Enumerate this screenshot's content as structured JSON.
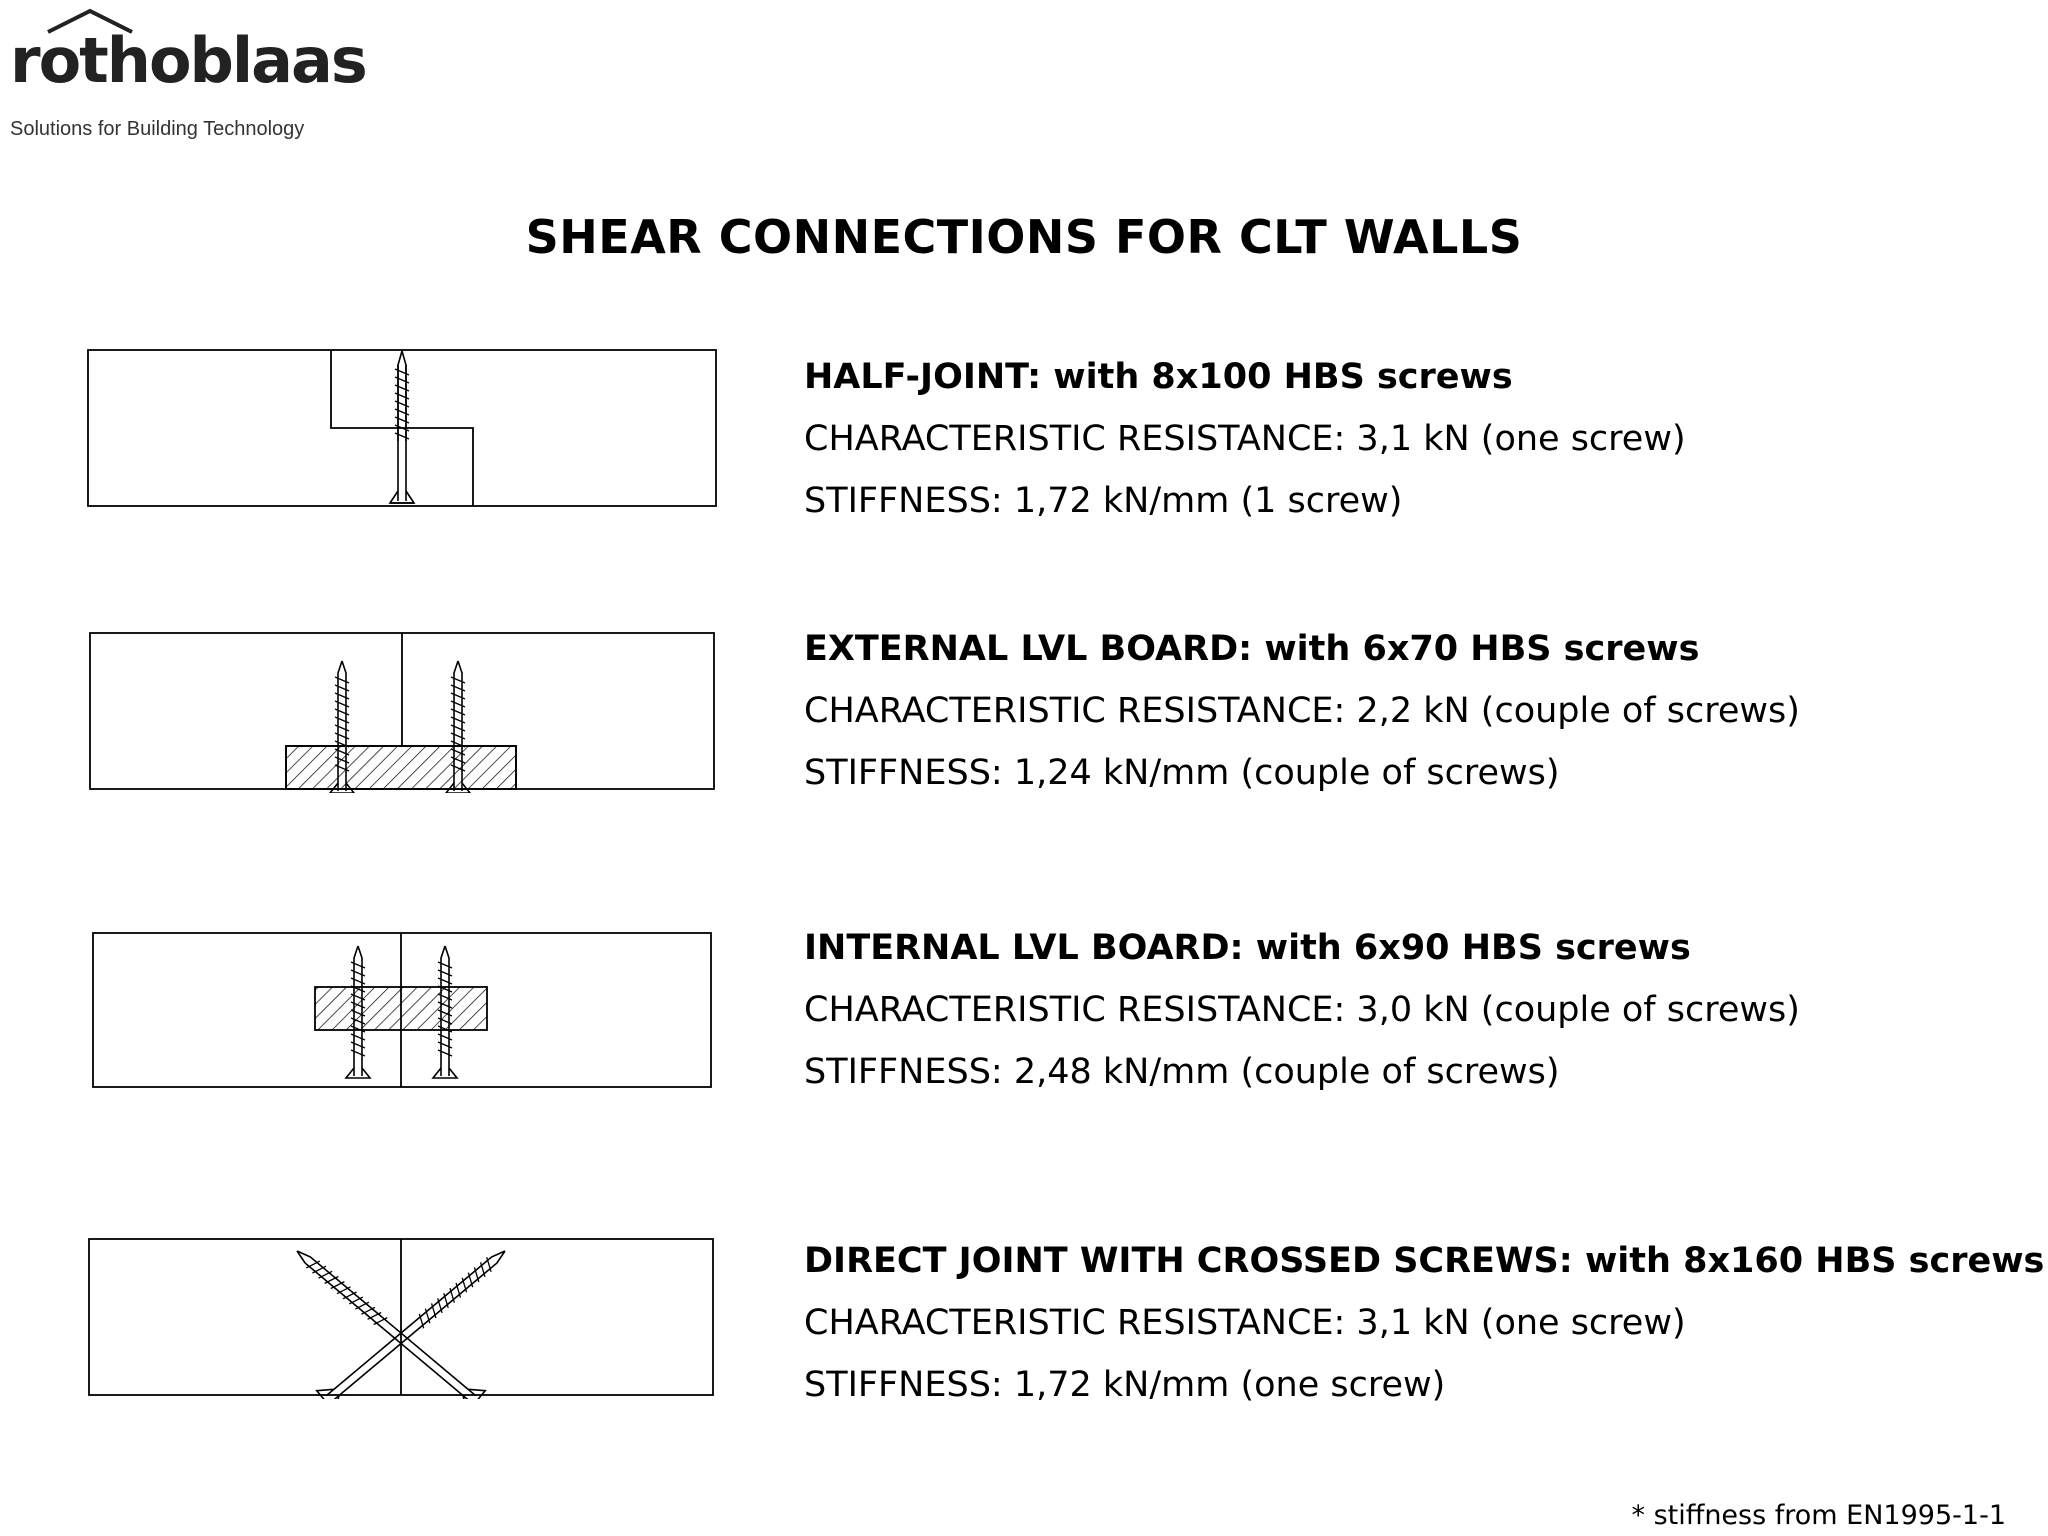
{
  "brand": {
    "name": "rothoblaas",
    "tagline": "Solutions for Building Technology"
  },
  "title": "SHEAR CONNECTIONS FOR CLT WALLS",
  "connections": [
    {
      "heading": "HALF-JOINT: with 8x100 HBS screws",
      "resistance": "CHARACTERISTIC RESISTANCE: 3,1 kN (one screw)",
      "stiffness": "STIFFNESS: 1,72 kN/mm (1 screw)"
    },
    {
      "heading": "EXTERNAL LVL BOARD: with 6x70 HBS screws",
      "resistance": "CHARACTERISTIC RESISTANCE: 2,2 kN (couple of screws)",
      "stiffness": "STIFFNESS: 1,24 kN/mm (couple of screws)"
    },
    {
      "heading": "INTERNAL LVL BOARD: with 6x90 HBS screws",
      "resistance": "CHARACTERISTIC RESISTANCE: 3,0 kN (couple of screws)",
      "stiffness": "STIFFNESS: 2,48 kN/mm (couple of screws)"
    },
    {
      "heading": "DIRECT JOINT WITH CROSSED SCREWS: with 8x160 HBS screws",
      "resistance": "CHARACTERISTIC RESISTANCE: 3,1 kN (one screw)",
      "stiffness": "STIFFNESS: 1,72 kN/mm (one screw)"
    }
  ],
  "footnote": "* stiffness from EN1995-1-1",
  "colors": {
    "ink": "#000000",
    "background": "#ffffff",
    "logo": "#222222"
  }
}
